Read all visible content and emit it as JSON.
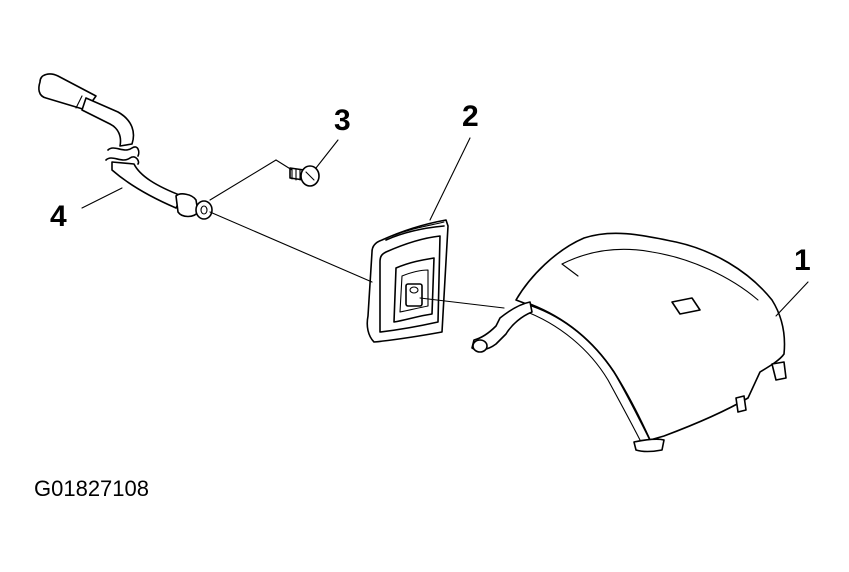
{
  "callouts": [
    {
      "id": "1",
      "label": "1"
    },
    {
      "id": "2",
      "label": "2"
    },
    {
      "id": "3",
      "label": "3"
    },
    {
      "id": "4",
      "label": "4"
    }
  ],
  "figure_id": "G01827108"
}
